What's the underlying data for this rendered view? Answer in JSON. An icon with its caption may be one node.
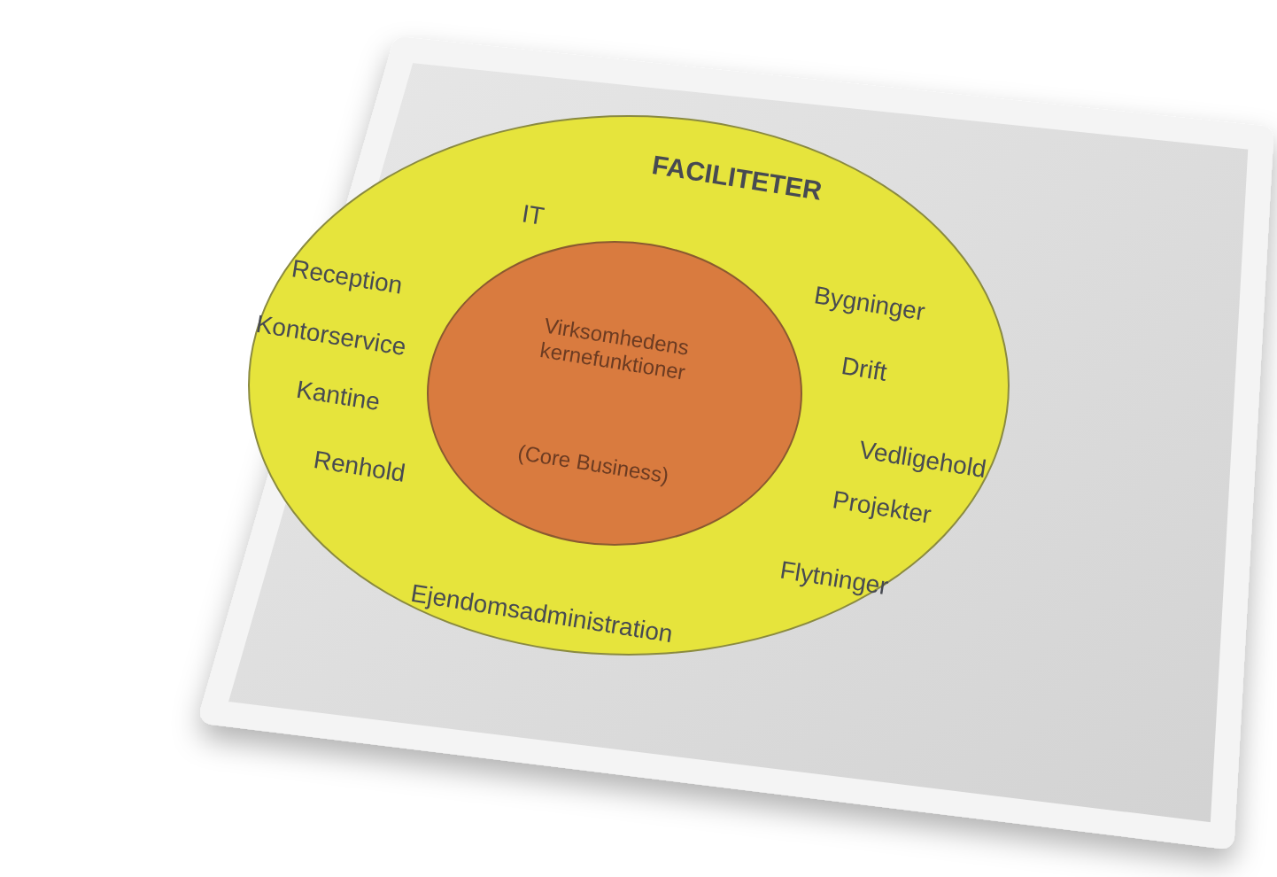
{
  "diagram": {
    "nodes": [
      {
        "text": [
          "FACILITETER",
          "IT",
          "Reception",
          "Kontorservice",
          "Kantine",
          "Renhold",
          "Bygninger",
          "Drift",
          "Vedligehold",
          "Projekter",
          "Flytninger",
          "Ejendomsadministration"
        ]
      },
      {
        "text": [
          "Virksomhedens kernefunktioner",
          "(Core Business)"
        ],
        "in": 0
      }
    ],
    "edges": []
  }
}
